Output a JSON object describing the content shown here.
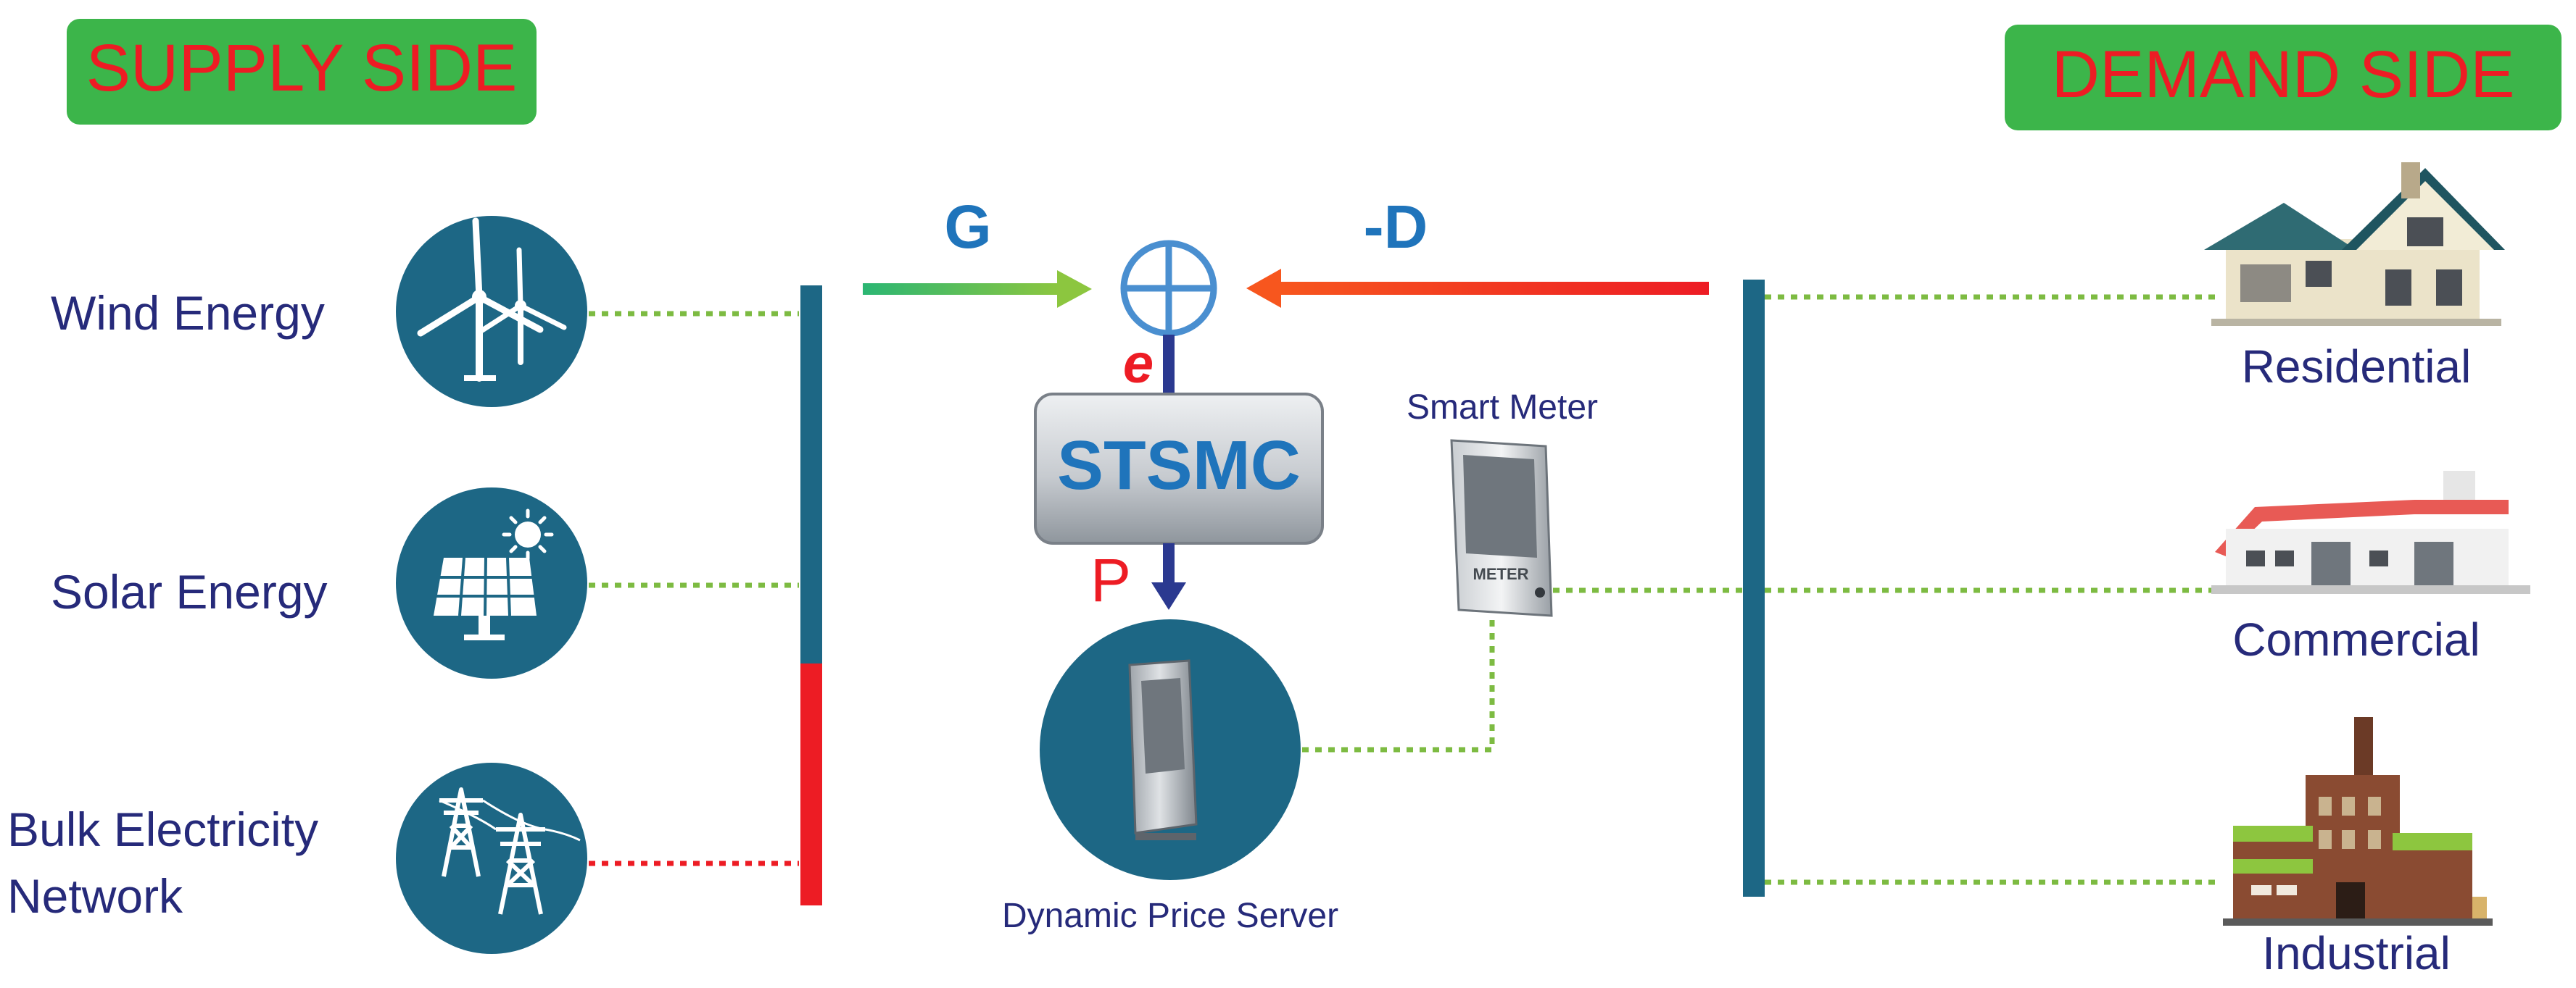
{
  "headers": {
    "supply": "SUPPLY SIDE",
    "demand": "DEMAND SIDE"
  },
  "sources": [
    {
      "label": "Wind Energy",
      "icon": "wind-turbine-icon"
    },
    {
      "label": "Solar Energy",
      "icon": "solar-panel-icon"
    },
    {
      "label_line1": "Bulk Electricity",
      "label_line2": "Network",
      "icon": "transmission-tower-icon"
    }
  ],
  "controller": {
    "g_label": "G",
    "d_label": "-D",
    "error_label": "e",
    "p_label": "P",
    "block_label": "STSMC",
    "summing_icon": "summing-junction-icon"
  },
  "devices": {
    "smart_meter_label": "Smart Meter",
    "meter_text": "METER",
    "price_server_label": "Dynamic Price Server"
  },
  "loads": [
    {
      "label": "Residential",
      "icon": "house-icon"
    },
    {
      "label": "Commercial",
      "icon": "commercial-building-icon"
    },
    {
      "label": "Industrial",
      "icon": "factory-icon"
    }
  ],
  "colors": {
    "header_bg": "#3cb54a",
    "header_text": "#ed1c24",
    "label_text": "#262a7a",
    "circle_fill": "#1d6785",
    "bus_bar": "#1d6785",
    "bulk_bar": "#ed1c24",
    "green_link": "#7dbb42",
    "red_link": "#ed1c24",
    "blue_letter": "#1f74bb",
    "arrow_blue": "#2b3990"
  }
}
